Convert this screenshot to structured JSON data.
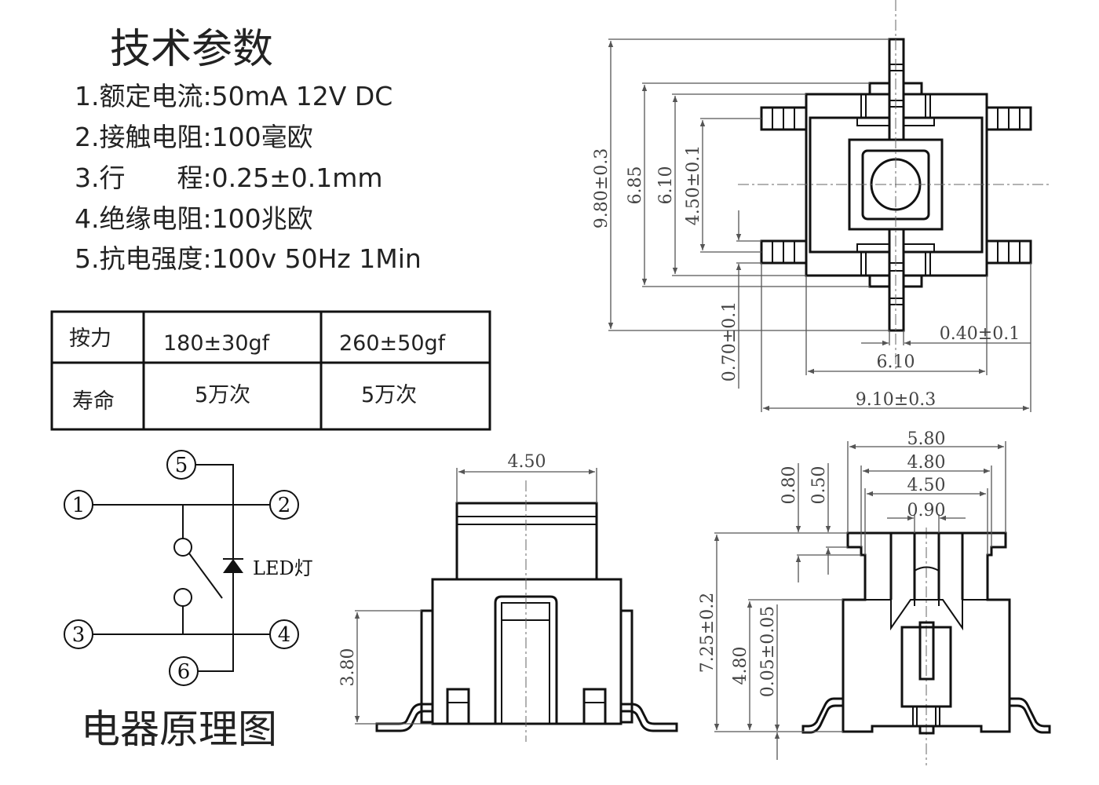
{
  "title": "技术参数",
  "specs": [
    "1.额定电流:50mA 12V DC",
    "2.接触电阻:100毫欧",
    "3.行　　程:0.25±0.1mm",
    "4.绝缘电阻:100兆欧",
    "5.抗电强度:100v 50Hz 1Min"
  ],
  "table": {
    "rows": [
      {
        "label": "按力",
        "values": [
          "180±30gf",
          "260±50gf"
        ]
      },
      {
        "label": "寿命",
        "values": [
          "5万次",
          "5万次"
        ]
      }
    ]
  },
  "circuit": {
    "pins": [
      "1",
      "2",
      "3",
      "4",
      "5",
      "6"
    ],
    "led_label": "LED灯",
    "caption": "电器原理图"
  },
  "top_view": {
    "dims": {
      "height_total": "9.80±0.3",
      "h_685": "6.85",
      "h_610": "6.10",
      "pin_pitch": "4.50±0.1",
      "pin_width": "0.70±0.1",
      "stem_width": "0.40±0.1",
      "body_width": "6.10",
      "width_total": "9.10±0.3"
    }
  },
  "side_view": {
    "dims": {
      "cap_width": "4.50",
      "body_height": "3.80"
    }
  },
  "section_view": {
    "dims": {
      "w580": "5.80",
      "w480": "4.80",
      "w450": "4.50",
      "w090": "0.90",
      "h080": "0.80",
      "h050": "0.50",
      "h725": "7.25±0.2",
      "h480": "4.80",
      "h005": "0.05±0.05"
    }
  }
}
